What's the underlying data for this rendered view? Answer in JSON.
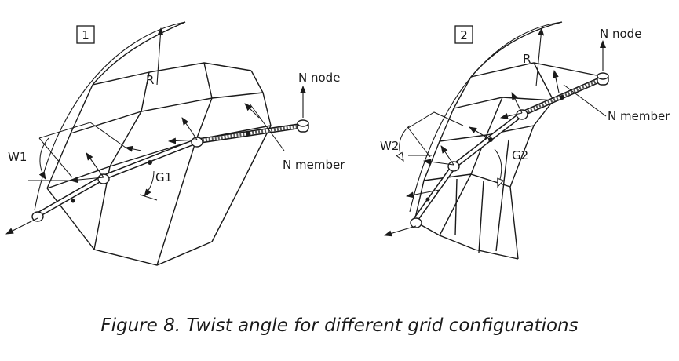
{
  "figure": {
    "caption": "Figure 8. Twist angle for different grid configurations",
    "panel1": {
      "number": "1",
      "labels": {
        "radius": "R",
        "node_normal": "N node",
        "member_normal": "N member",
        "twist": "W1",
        "angle": "G1"
      }
    },
    "panel2": {
      "number": "2",
      "labels": {
        "radius": "R",
        "node_normal": "N node",
        "member_normal": "N member",
        "twist": "W2",
        "angle": "G2"
      }
    }
  }
}
